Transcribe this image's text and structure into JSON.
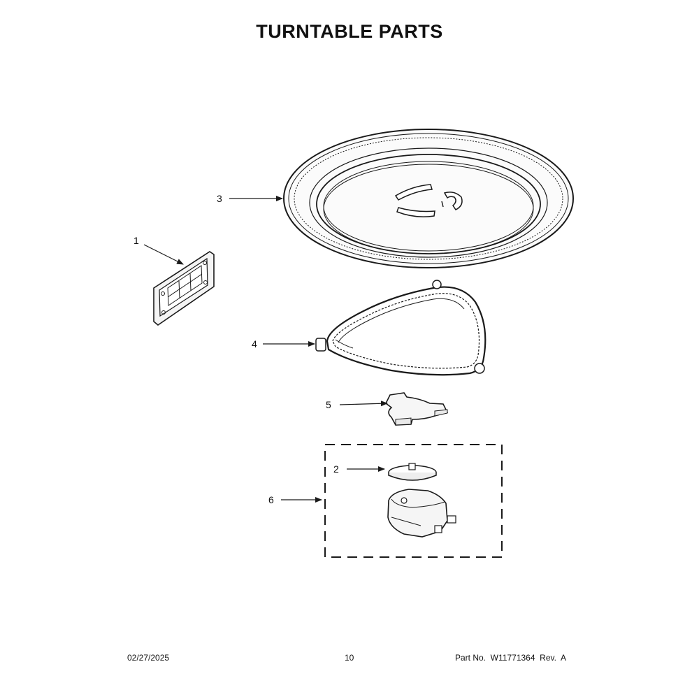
{
  "page": {
    "title": "TURNTABLE PARTS"
  },
  "callouts": [
    {
      "id": "1",
      "label": "1",
      "part": "filter"
    },
    {
      "id": "2",
      "label": "2",
      "part": "coupler"
    },
    {
      "id": "3",
      "label": "3",
      "part": "turntable-tray"
    },
    {
      "id": "4",
      "label": "4",
      "part": "roller-ring"
    },
    {
      "id": "5",
      "label": "5",
      "part": "hub"
    },
    {
      "id": "6",
      "label": "6",
      "part": "motor-assembly-group"
    }
  ],
  "footer": {
    "date": "02/27/2025",
    "page_number": "10",
    "part_info": "Part No.  W11771364  Rev.  A"
  },
  "colors": {
    "line": "#1a1a1a",
    "background": "#ffffff",
    "part_fill": "#f2f2f2"
  }
}
